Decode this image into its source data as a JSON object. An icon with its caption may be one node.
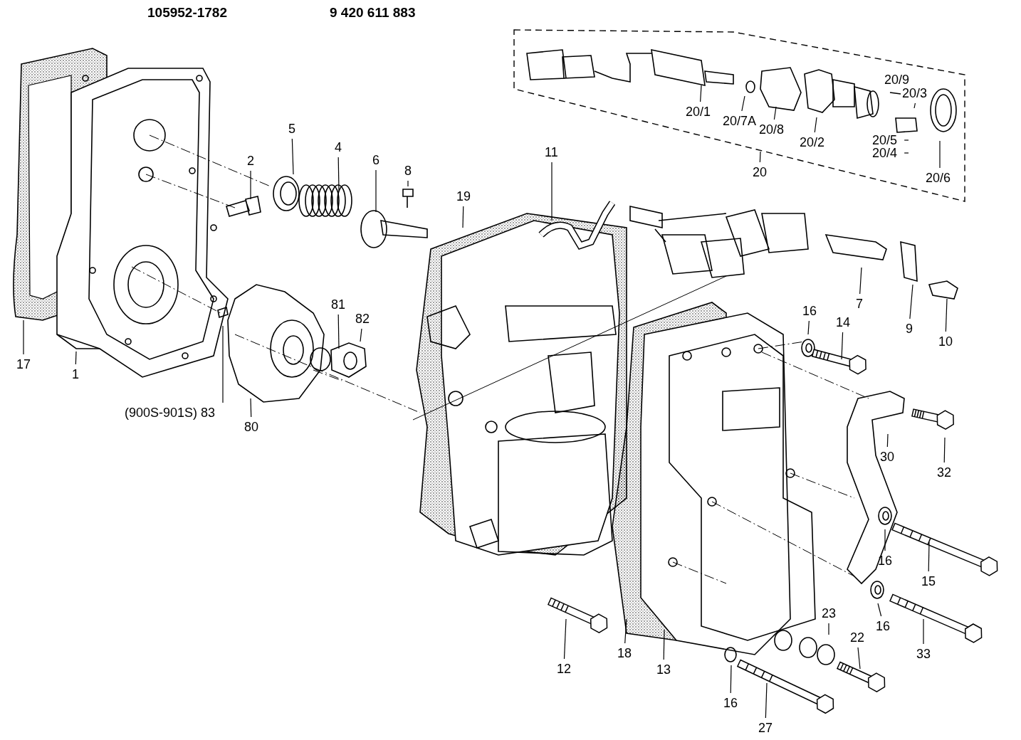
{
  "diagram": {
    "nodes": [
      {
        "text": [],
        "shape": "box"
      },
      {
        "text": [
          "20/1"
        ],
        "in": 0
      },
      {
        "text": [
          "20/7A"
        ],
        "in": 0
      },
      {
        "text": [
          "20/8"
        ],
        "in": 0
      },
      {
        "text": [
          "20/2"
        ],
        "in": 0
      },
      {
        "text": [
          "20/3"
        ],
        "in": 0
      },
      {
        "text": [
          "20/5"
        ],
        "in": 0
      },
      {
        "text": [
          "20/4"
        ],
        "in": 0
      },
      {
        "text": [
          "20/6"
        ],
        "in": 0
      },
      {
        "text": [
          "20"
        ]
      },
      {
        "text": [
          "5"
        ]
      },
      {
        "text": [
          "4"
        ]
      },
      {
        "text": [
          "2"
        ]
      },
      {
        "text": [
          "6"
        ]
      },
      {
        "text": [
          "8"
        ]
      },
      {
        "text": [
          "11"
        ]
      },
      {
        "text": [
          "19"
        ]
      },
      {
        "text": [
          "81"
        ]
      },
      {
        "text": [
          "7"
        ]
      },
      {
        "text": [
          "16"
        ]
      },
      {
        "text": [
          "14"
        ]
      },
      {
        "text": [
          "82"
        ]
      },
      {
        "text": [
          "9"
        ]
      },
      {
        "text": [
          "10"
        ]
      },
      {
        "text": [
          "17"
        ]
      },
      {
        "text": [
          "1"
        ]
      },
      {
        "text": [
          "(900S-901S) 83"
        ]
      },
      {
        "text": [
          "80"
        ]
      },
      {
        "text": [
          "30"
        ]
      },
      {
        "text": [
          "32"
        ]
      },
      {
        "text": [
          "16"
        ]
      },
      {
        "text": [
          "15"
        ]
      },
      {
        "text": [
          "23"
        ]
      },
      {
        "text": [
          "16"
        ]
      },
      {
        "text": [
          "22"
        ]
      },
      {
        "text": [
          "33"
        ]
      },
      {
        "text": [
          "12"
        ]
      },
      {
        "text": [
          "18"
        ]
      },
      {
        "text": [
          "13"
        ]
      },
      {
        "text": [
          "16"
        ]
      },
      {
        "text": [
          "27"
        ]
      }
    ],
    "edges": [
      {
        "from": 1,
        "to": null,
        "arrow": "none"
      },
      {
        "from": 2,
        "to": null,
        "arrow": "none"
      },
      {
        "from": 3,
        "to": null,
        "arrow": "none"
      },
      {
        "from": 4,
        "to": null,
        "arrow": "none"
      },
      {
        "from": 5,
        "to": null,
        "arrow": "none"
      },
      {
        "from": 6,
        "to": null,
        "arrow": "none"
      },
      {
        "from": 7,
        "to": null,
        "arrow": "none"
      },
      {
        "from": 8,
        "to": null,
        "arrow": "none"
      },
      {
        "from": 9,
        "to": 0,
        "arrow": "none"
      },
      {
        "from": 10,
        "to": null,
        "arrow": "none"
      },
      {
        "from": 11,
        "to": null,
        "arrow": "none"
      },
      {
        "from": 12,
        "to": null,
        "arrow": "none"
      },
      {
        "from": 13,
        "to": null,
        "arrow": "none"
      },
      {
        "from": 14,
        "to": null,
        "arrow": "none"
      },
      {
        "from": 15,
        "to": null,
        "arrow": "none"
      },
      {
        "from": 16,
        "to": null,
        "arrow": "none"
      },
      {
        "from": 17,
        "to": null,
        "arrow": "none"
      },
      {
        "from": 18,
        "to": null,
        "arrow": "none"
      },
      {
        "from": 19,
        "to": null,
        "arrow": "none"
      },
      {
        "from": 20,
        "to": null,
        "arrow": "none"
      },
      {
        "from": 21,
        "to": null,
        "arrow": "none"
      },
      {
        "from": 22,
        "to": null,
        "arrow": "none"
      },
      {
        "from": 23,
        "to": null,
        "arrow": "none"
      },
      {
        "from": 24,
        "to": null,
        "arrow": "none"
      },
      {
        "from": 25,
        "to": null,
        "arrow": "none"
      },
      {
        "from": 26,
        "to": null,
        "arrow": "none"
      },
      {
        "from": 27,
        "to": null,
        "arrow": "none"
      },
      {
        "from": 28,
        "to": null,
        "arrow": "none"
      },
      {
        "from": 29,
        "to": null,
        "arrow": "none"
      },
      {
        "from": 30,
        "to": null,
        "arrow": "none"
      },
      {
        "from": 31,
        "to": null,
        "arrow": "none"
      },
      {
        "from": 32,
        "to": null,
        "arrow": "none"
      },
      {
        "from": 33,
        "to": null,
        "arrow": "none"
      },
      {
        "from": 34,
        "to": null,
        "arrow": "none"
      },
      {
        "from": 35,
        "to": null,
        "arrow": "none"
      },
      {
        "from": 36,
        "to": null,
        "arrow": "none"
      },
      {
        "from": 37,
        "to": null,
        "arrow": "none"
      },
      {
        "from": 38,
        "to": null,
        "arrow": "none"
      },
      {
        "from": 39,
        "to": null,
        "arrow": "none"
      },
      {
        "from": 40,
        "to": null,
        "arrow": "none"
      }
    ],
    "labels": [
      "105952-1782",
      "9 420 611 883",
      "20/9"
    ]
  }
}
